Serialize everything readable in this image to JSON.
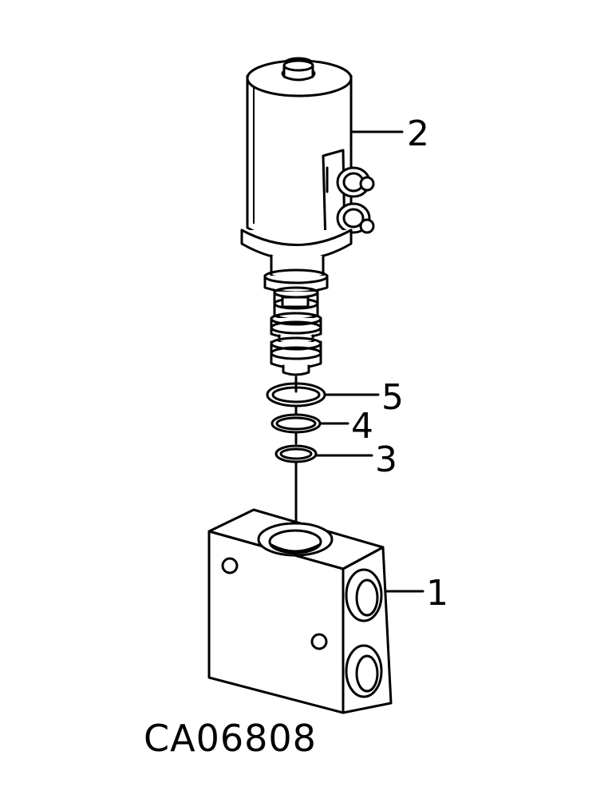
{
  "drawing_code": "CA06808",
  "callouts": [
    "1",
    "2",
    "3",
    "4",
    "5"
  ]
}
